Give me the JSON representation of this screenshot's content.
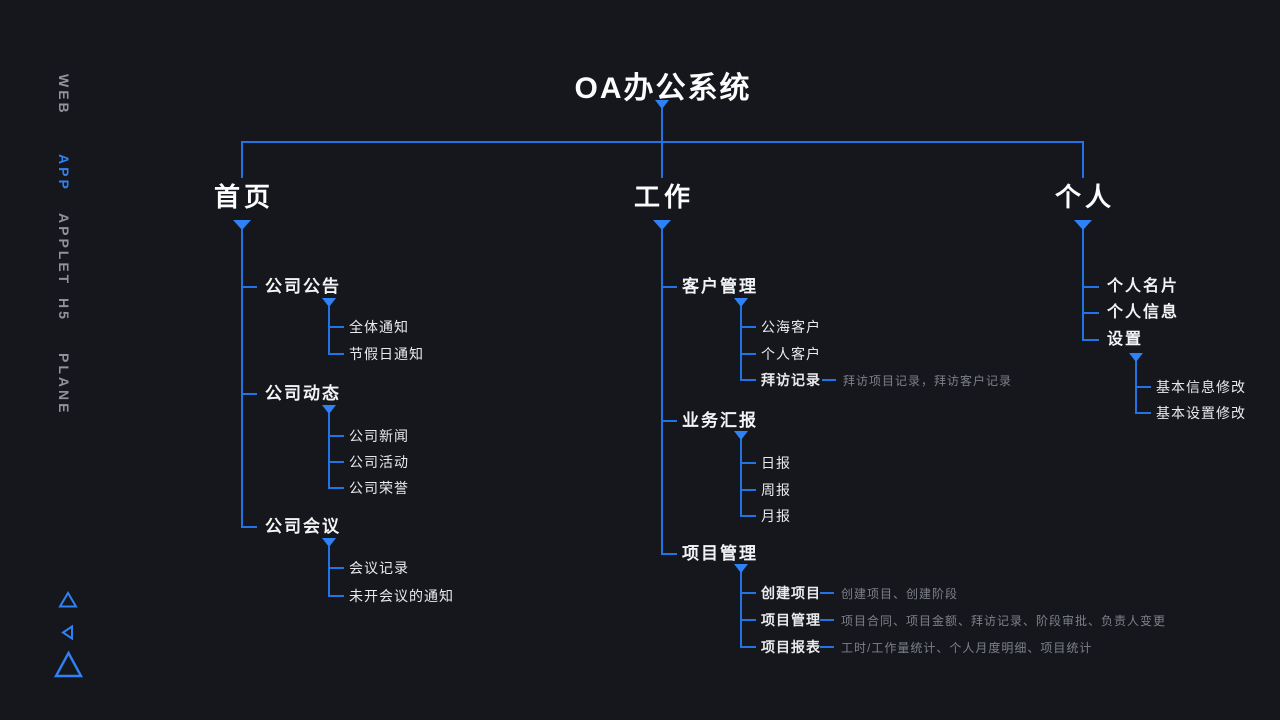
{
  "title": "OA办公系统",
  "colors": {
    "background": "#15171c",
    "accent_blue": "#2e82f6",
    "line_blue": "#2273e4",
    "note_gray": "#7d8089",
    "sidebar_gray": "#8f939b"
  },
  "sidebar": {
    "active": "APP",
    "items": [
      {
        "label": "WEB"
      },
      {
        "label": "APP"
      },
      {
        "label": "APPLET"
      },
      {
        "label": "H5"
      },
      {
        "label": "PLANE"
      }
    ]
  },
  "logo": {
    "icons": [
      "triangle-up-small",
      "triangle-left-small",
      "triangle-up-large"
    ]
  },
  "tree": {
    "branches": [
      {
        "label": "首页",
        "sections": [
          {
            "label": "公司公告",
            "children": [
              {
                "label": "全体通知"
              },
              {
                "label": "节假日通知"
              }
            ]
          },
          {
            "label": "公司动态",
            "children": [
              {
                "label": "公司新闻"
              },
              {
                "label": "公司活动"
              },
              {
                "label": "公司荣誉"
              }
            ]
          },
          {
            "label": "公司会议",
            "children": [
              {
                "label": "会议记录"
              },
              {
                "label": "未开会议的通知"
              }
            ]
          }
        ]
      },
      {
        "label": "工作",
        "sections": [
          {
            "label": "客户管理",
            "children": [
              {
                "label": "公海客户"
              },
              {
                "label": "个人客户"
              },
              {
                "label": "拜访记录",
                "note": "拜访项目记录，拜访客户记录"
              }
            ]
          },
          {
            "label": "业务汇报",
            "children": [
              {
                "label": "日报"
              },
              {
                "label": "周报"
              },
              {
                "label": "月报"
              }
            ]
          },
          {
            "label": "项目管理",
            "children": [
              {
                "label": "创建项目",
                "note": "创建项目、创建阶段"
              },
              {
                "label": "项目管理",
                "note": "项目合同、项目金额、拜访记录、阶段审批、负责人变更"
              },
              {
                "label": "项目报表",
                "note": "工时/工作量统计、个人月度明细、项目统计"
              }
            ]
          }
        ]
      },
      {
        "label": "个人",
        "sections": [
          {
            "label": "个人名片"
          },
          {
            "label": "个人信息"
          },
          {
            "label": "设置",
            "children": [
              {
                "label": "基本信息修改"
              },
              {
                "label": "基本设置修改"
              }
            ]
          }
        ]
      }
    ]
  }
}
